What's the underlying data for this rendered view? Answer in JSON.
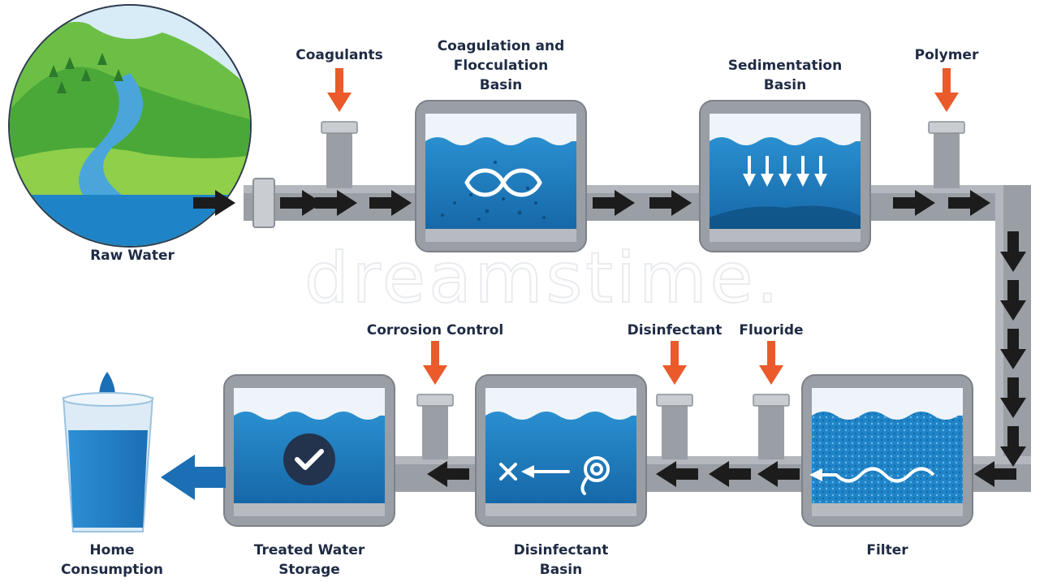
{
  "labels": {
    "raw_water": "Raw Water",
    "coagulants": "Coagulants",
    "coag_basin_1": "Coagulation and",
    "coag_basin_2": "Flocculation",
    "coag_basin_3": "Basin",
    "sed_basin_1": "Sedimentation",
    "sed_basin_2": "Basin",
    "polymer": "Polymer",
    "corrosion_control": "Corrosion Control",
    "disinfectant": "Disinfectant",
    "fluoride": "Fluoride",
    "home_1": "Home",
    "home_2": "Consumption",
    "treated_1": "Treated Water",
    "treated_2": "Storage",
    "dis_basin_1": "Disinfectant",
    "dis_basin_2": "Basin",
    "filter": "Filter"
  },
  "watermark": "dreamstime.",
  "colors": {
    "pipe": "#9a9ea5",
    "pipe_light": "#c9ccd1",
    "water": "#1f84c7",
    "water_dark": "#1569a8",
    "additive_arrow": "#ea5a2b",
    "flow_arrow": "#1c1c1c",
    "text": "#1f2b44"
  }
}
